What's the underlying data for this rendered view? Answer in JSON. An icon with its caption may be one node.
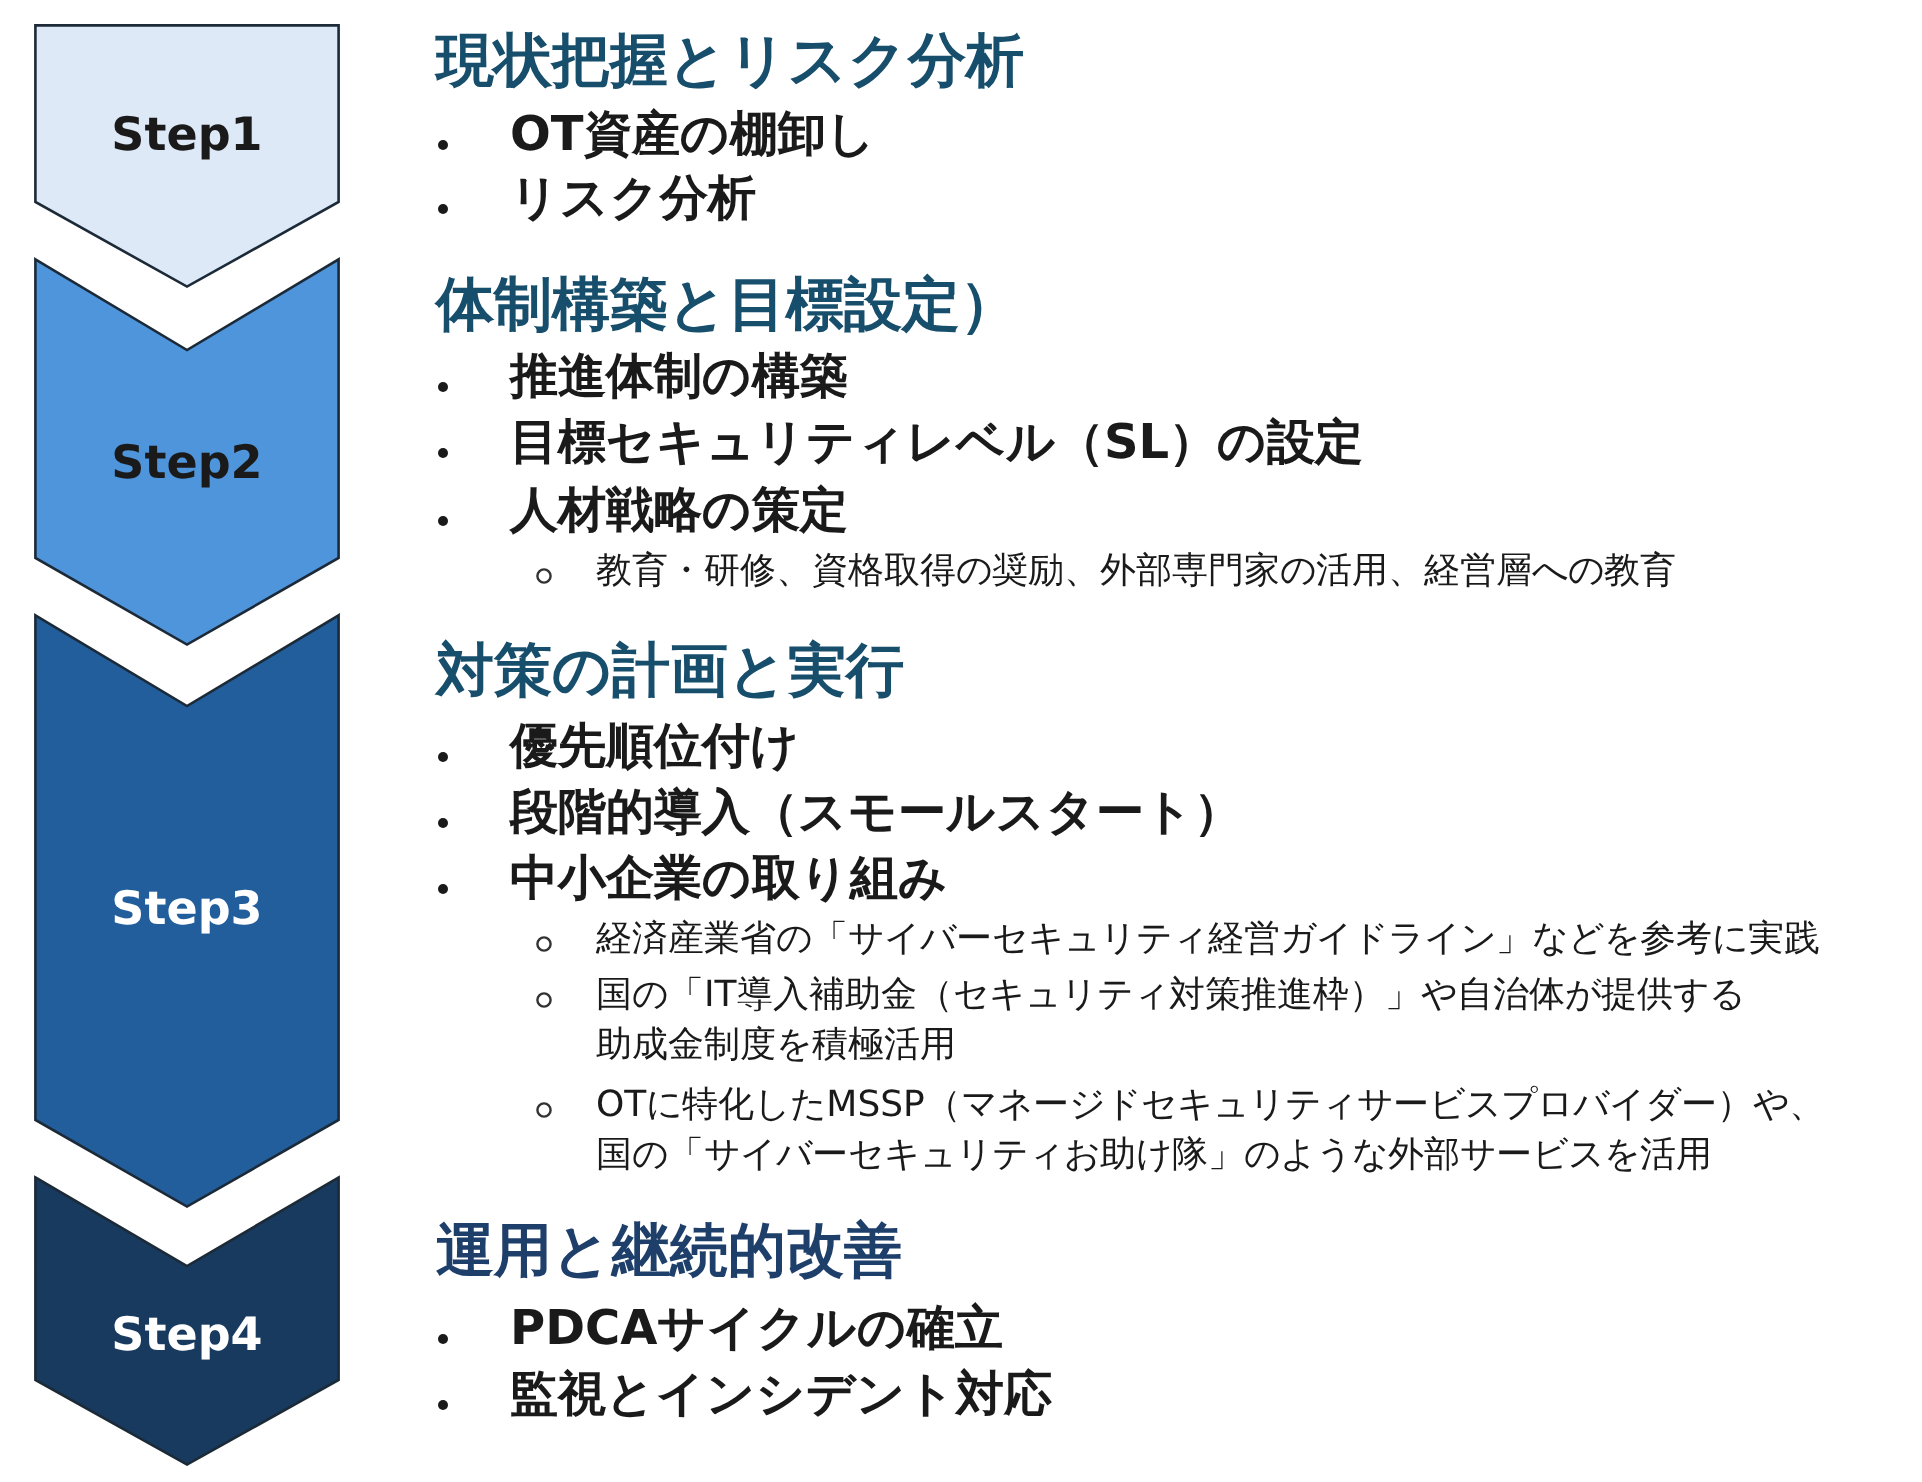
{
  "diagram": {
    "nodes": [
      {
        "text": [
          "Step1"
        ],
        "beside": [
          "現状把握とリスク分析",
          "OT資産の棚卸し",
          "リスク分析"
        ]
      },
      {
        "text": [
          "Step2"
        ],
        "beside": [
          "体制構築と目標設定）",
          "推進体制の構築",
          "目標セキュリティレベル（SL）の設定",
          "人材戦略の策定",
          "教育・研修、資格取得の奨励、外部専門家の活用、経営層への教育"
        ]
      },
      {
        "text": [
          "Step3"
        ],
        "beside": [
          "対策の計画と実行",
          "優先順位付け",
          "段階的導入（スモールスタート）",
          "中小企業の取り組み",
          "経済産業省の「サイバーセキュリティ経営ガイドライン」などを参考に実践",
          "国の「IT導入補助金（セキュリティ対策推進枠）」や自治体が提供する助成金制度を積極活用",
          "OTに特化したMSSP（マネージドセキュリティサービスプロバイダー）や、国の「サイバーセキュリティお助け隊」のような外部サービスを活用"
        ]
      },
      {
        "text": [
          "Step4"
        ],
        "beside": [
          "運用と継続的改善",
          "PDCAサイクルの確立",
          "監視とインシデント対応"
        ]
      }
    ]
  }
}
